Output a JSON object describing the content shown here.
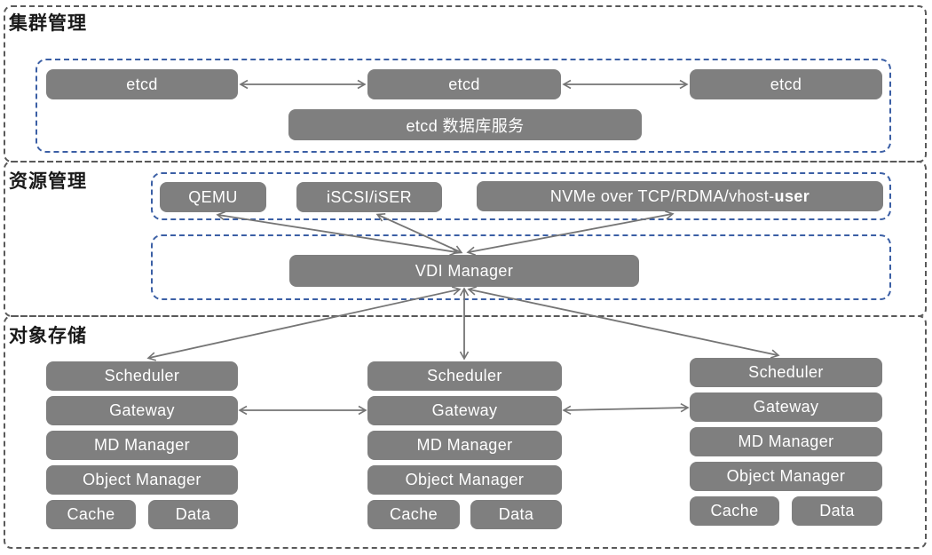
{
  "diagram": {
    "colors": {
      "node_fill": "#7f7f7f",
      "node_text": "#ffffff",
      "section_border": "#595959",
      "group_border": "#3b5fa5",
      "arrow": "#757575",
      "title_text": "#1a1a1a",
      "background": "#ffffff"
    },
    "cluster": {
      "title": "集群管理",
      "etcd_nodes": [
        "etcd",
        "etcd",
        "etcd"
      ],
      "db_service": "etcd 数据库服务"
    },
    "resource": {
      "title": "资源管理",
      "qemu": "QEMU",
      "iscsi": "iSCSI/iSER",
      "nvme_prefix": "NVMe over TCP/RDMA/vhost-",
      "nvme_bold": "user",
      "vdi": "VDI Manager"
    },
    "storage": {
      "title": "对象存储",
      "stacks": [
        {
          "rows": [
            "Scheduler",
            "Gateway",
            "MD Manager",
            "Object Manager"
          ],
          "cache": "Cache",
          "data": "Data"
        },
        {
          "rows": [
            "Scheduler",
            "Gateway",
            "MD Manager",
            "Object Manager"
          ],
          "cache": "Cache",
          "data": "Data"
        },
        {
          "rows": [
            "Scheduler",
            "Gateway",
            "MD Manager",
            "Object Manager"
          ],
          "cache": "Cache",
          "data": "Data"
        }
      ]
    }
  }
}
